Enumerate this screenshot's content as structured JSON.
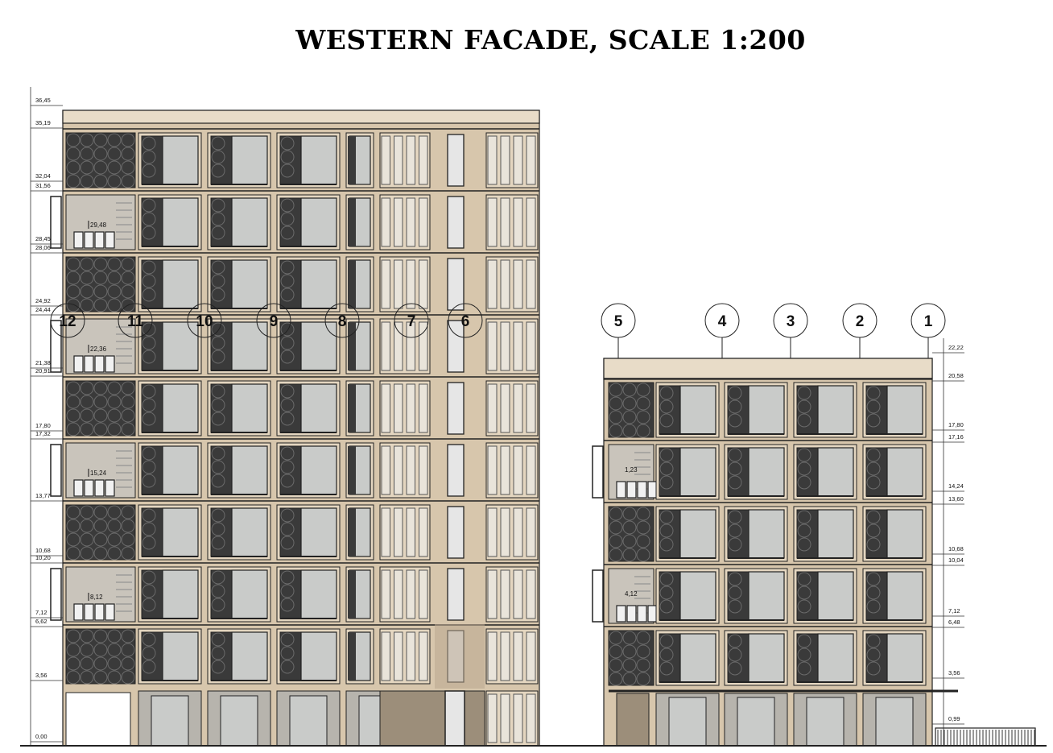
{
  "title": "WESTERN FACADE, SCALE 1:200",
  "colors": {
    "facade": "#d7c6ac",
    "frame": "#e4d6c0",
    "glass": "#c9cbc9",
    "panel": "#3a3a3a",
    "line": "#222222"
  },
  "left_building": {
    "grid_labels": [
      "12",
      "11",
      "10",
      "9",
      "8",
      "7",
      "6"
    ],
    "levels_left": [
      "36,45",
      "35,19",
      "32,04",
      "31,56",
      "28,45",
      "28,06",
      "24,92",
      "24,44",
      "21,38",
      "20,91",
      "17,80",
      "17,32",
      "13,77",
      "10,68",
      "10,20",
      "7,12",
      "6,62",
      "3,56",
      "0,00"
    ],
    "balcony_tags": [
      "29,48",
      "22,36",
      "15,24",
      "8,12"
    ]
  },
  "right_building": {
    "grid_labels": [
      "5",
      "4",
      "3",
      "2",
      "1"
    ],
    "levels_right": [
      "22,22",
      "20,58",
      "17,80",
      "17,16",
      "14,24",
      "13,60",
      "10,68",
      "10,04",
      "7,12",
      "6,48",
      "3,56",
      "0,99"
    ],
    "balcony_tags": [
      "1,23",
      "4,12"
    ]
  }
}
